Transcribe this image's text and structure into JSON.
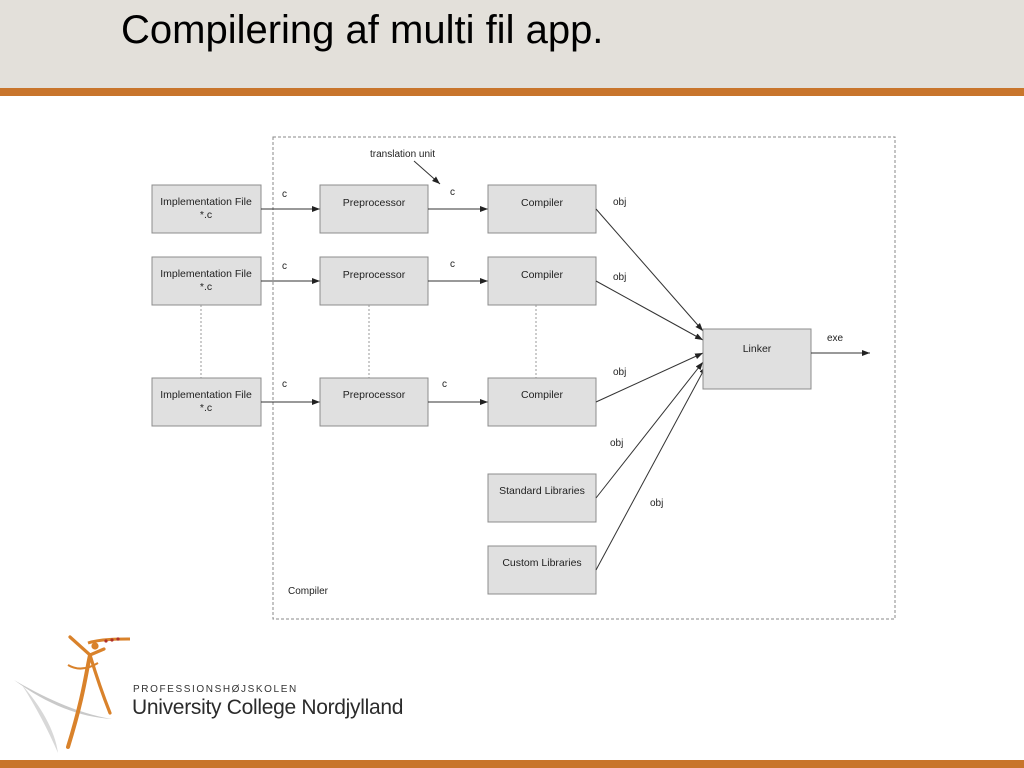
{
  "slide": {
    "title": "Compilering af multi fil app."
  },
  "diagram": {
    "frame_label": "Compiler",
    "annotation": "translation unit",
    "rows": [
      {
        "source": [
          "Implementation File",
          "*.c"
        ],
        "edge1": "c",
        "pre": "Preprocessor",
        "edge2": "c",
        "comp": "Compiler",
        "edge3": "obj"
      },
      {
        "source": [
          "Implementation File",
          "*.c"
        ],
        "edge1": "c",
        "pre": "Preprocessor",
        "edge2": "c",
        "comp": "Compiler",
        "edge3": "obj"
      },
      {
        "source": [
          "Implementation File",
          "*.c"
        ],
        "edge1": "c",
        "pre": "Preprocessor",
        "edge2": "c",
        "comp": "Compiler",
        "edge3": "obj"
      }
    ],
    "libraries": [
      {
        "label": "Standard Libraries",
        "edge": "obj"
      },
      {
        "label": "Custom Libraries",
        "edge": "obj"
      }
    ],
    "linker": {
      "label": "Linker",
      "output": "exe"
    }
  },
  "logo": {
    "subtitle": "PROFESSIONSHØJSKOLEN",
    "name": "University College Nordjylland"
  },
  "colors": {
    "accent": "#c8752c",
    "header_bg": "#e3e0da",
    "box_fill": "#e0e0e0"
  }
}
